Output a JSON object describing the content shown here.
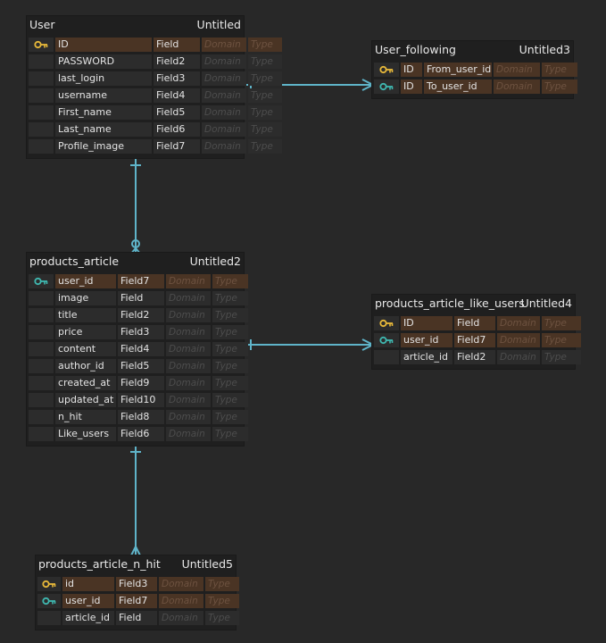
{
  "colors": {
    "background": "#282828",
    "connector": "#5fb4c9",
    "primary_key_icon": "#e8b93a",
    "foreign_key_icon": "#3fb8b0",
    "key_row": "#4a3424"
  },
  "tables": {
    "user": {
      "name": "User",
      "subtitle": "Untitled",
      "rows": [
        {
          "key": "primary",
          "name": "ID",
          "field": "Field",
          "domain": "Domain",
          "type": "Type"
        },
        {
          "key": "",
          "name": "PASSWORD",
          "field": "Field2",
          "domain": "Domain",
          "type": "Type"
        },
        {
          "key": "",
          "name": "last_login",
          "field": "Field3",
          "domain": "Domain",
          "type": "Type"
        },
        {
          "key": "",
          "name": "username",
          "field": "Field4",
          "domain": "Domain",
          "type": "Type"
        },
        {
          "key": "",
          "name": "First_name",
          "field": "Field5",
          "domain": "Domain",
          "type": "Type"
        },
        {
          "key": "",
          "name": "Last_name",
          "field": "Field6",
          "domain": "Domain",
          "type": "Type"
        },
        {
          "key": "",
          "name": "Profile_image",
          "field": "Field7",
          "domain": "Domain",
          "type": "Type"
        }
      ]
    },
    "user_following": {
      "name": "User_following",
      "subtitle": "Untitled3",
      "rows": [
        {
          "key": "primary",
          "name": "ID",
          "field": "From_user_id",
          "domain": "Domain",
          "type": "Type"
        },
        {
          "key": "foreign",
          "name": "ID",
          "field": "To_user_id",
          "domain": "Domain",
          "type": "Type"
        }
      ]
    },
    "products_article": {
      "name": "products_article",
      "subtitle": "Untitled2",
      "rows": [
        {
          "key": "foreign",
          "name": "user_id",
          "field": "Field7",
          "domain": "Domain",
          "type": "Type"
        },
        {
          "key": "",
          "name": "image",
          "field": "Field",
          "domain": "Domain",
          "type": "Type"
        },
        {
          "key": "",
          "name": "title",
          "field": "Field2",
          "domain": "Domain",
          "type": "Type"
        },
        {
          "key": "",
          "name": "price",
          "field": "Field3",
          "domain": "Domain",
          "type": "Type"
        },
        {
          "key": "",
          "name": "content",
          "field": "Field4",
          "domain": "Domain",
          "type": "Type"
        },
        {
          "key": "",
          "name": "author_id",
          "field": "Field5",
          "domain": "Domain",
          "type": "Type"
        },
        {
          "key": "",
          "name": "created_at",
          "field": "Field9",
          "domain": "Domain",
          "type": "Type"
        },
        {
          "key": "",
          "name": "updated_at",
          "field": "Field10",
          "domain": "Domain",
          "type": "Type"
        },
        {
          "key": "",
          "name": "n_hit",
          "field": "Field8",
          "domain": "Domain",
          "type": "Type"
        },
        {
          "key": "",
          "name": "Like_users",
          "field": "Field6",
          "domain": "Domain",
          "type": "Type"
        }
      ]
    },
    "products_article_like_users": {
      "name": "products_article_like_users",
      "subtitle": "Untitled4",
      "rows": [
        {
          "key": "primary",
          "name": "ID",
          "field": "Field",
          "domain": "Domain",
          "type": "Type"
        },
        {
          "key": "foreign",
          "name": "user_id",
          "field": "Field7",
          "domain": "Domain",
          "type": "Type"
        },
        {
          "key": "",
          "name": "article_id",
          "field": "Field2",
          "domain": "Domain",
          "type": "Type"
        }
      ]
    },
    "products_article_n_hit": {
      "name": "products_article_n_hit",
      "subtitle": "Untitled5",
      "rows": [
        {
          "key": "primary",
          "name": "id",
          "field": "Field3",
          "domain": "Domain",
          "type": "Type"
        },
        {
          "key": "foreign",
          "name": "user_id",
          "field": "Field7",
          "domain": "Domain",
          "type": "Type"
        },
        {
          "key": "",
          "name": "article_id",
          "field": "Field",
          "domain": "Domain",
          "type": "Type"
        }
      ]
    }
  },
  "relationships": [
    {
      "from": "user",
      "to": "user_following",
      "from_end": "one",
      "to_end": "many"
    },
    {
      "from": "user",
      "to": "products_article",
      "from_end": "one",
      "to_end": "zero-or-many"
    },
    {
      "from": "products_article",
      "to": "products_article_like_users",
      "from_end": "one",
      "to_end": "many"
    },
    {
      "from": "products_article",
      "to": "products_article_n_hit",
      "from_end": "one",
      "to_end": "many"
    }
  ]
}
